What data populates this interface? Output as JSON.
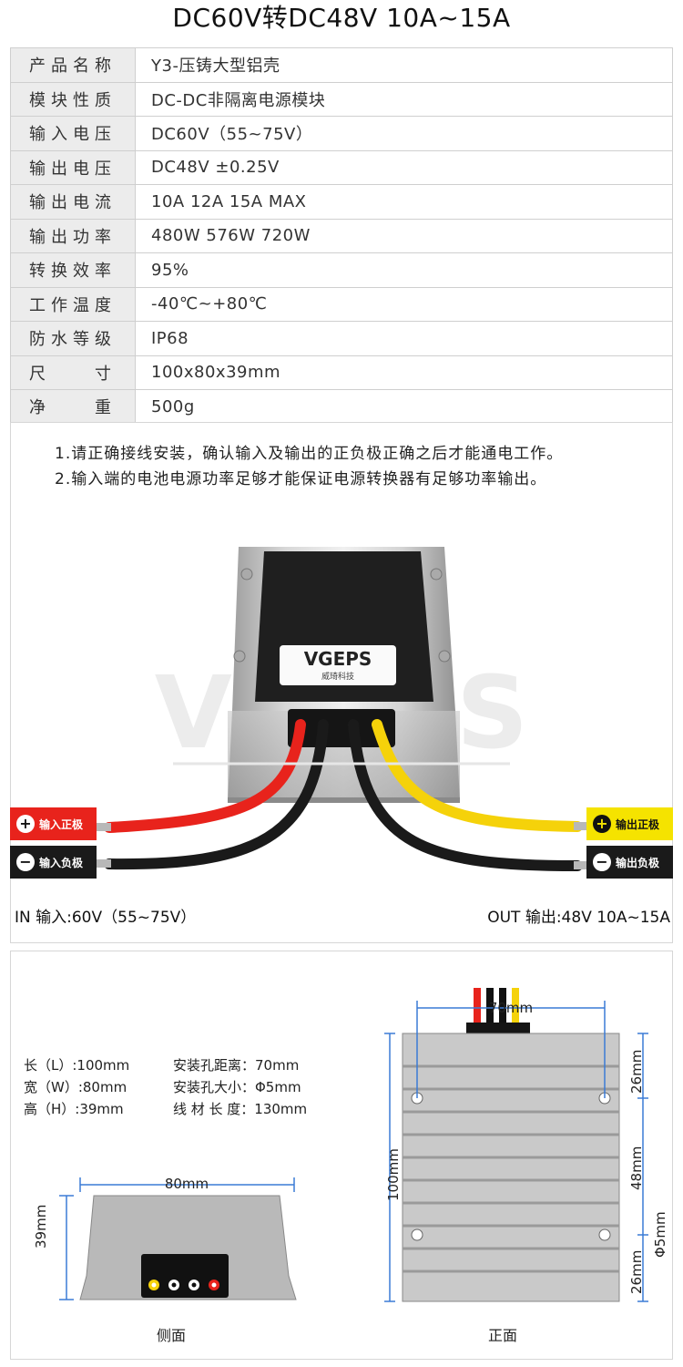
{
  "header": {
    "title": "DC60V转DC48V 10A~15A"
  },
  "specs": [
    {
      "label": "产品名称",
      "value": "Y3-压铸大型铝壳"
    },
    {
      "label": "模块性质",
      "value": "DC-DC非隔离电源模块"
    },
    {
      "label": "输入电压",
      "value": "DC60V（55~75V）"
    },
    {
      "label": "输出电压",
      "value": "DC48V ±0.25V"
    },
    {
      "label": "输出电流",
      "value": "10A 12A 15A MAX"
    },
    {
      "label": "输出功率",
      "value": "480W 576W 720W"
    },
    {
      "label": "转换效率",
      "value": "95%"
    },
    {
      "label": "工作温度",
      "value": "-40℃~+80℃"
    },
    {
      "label": "防水等级",
      "value": "IP68"
    },
    {
      "label": "尺　　寸",
      "value": "100x80x39mm"
    },
    {
      "label": "净　　重",
      "value": "500g"
    }
  ],
  "notes": [
    "1.请正确接线安装，确认输入及输出的正负极正确之后才能通电工作。",
    "2.输入端的电池电源功率足够才能保证电源转换器有足够功率输出。"
  ],
  "product": {
    "brand": "VGEPS",
    "brand_sub": "威琦科技",
    "watermark": "VGEPS",
    "input_pos": "输入正极",
    "input_neg": "输入负极",
    "output_pos": "输出正极",
    "output_neg": "输出负极",
    "in_text": "IN 输入:60V（55~75V）",
    "out_text": "OUT 输出:48V 10A~15A",
    "colors": {
      "red": "#e8231c",
      "black": "#1a1a1a",
      "yellow": "#f5d20a"
    }
  },
  "dimensions": {
    "length": "长（L）:100mm",
    "width": "宽（W）:80mm",
    "height": "高（H）:39mm",
    "hole_distance": "安装孔距离：70mm",
    "hole_size": "安装孔大小：Φ5mm",
    "wire_length": "线 材 长 度：130mm",
    "side_width": "80mm",
    "side_height": "39mm",
    "front_hole": "70mm",
    "front_len": "100mm",
    "front_top": "26mm",
    "front_mid": "48mm",
    "front_bot": "26mm",
    "front_dia": "Φ5mm",
    "side_caption": "侧面",
    "front_caption": "正面"
  }
}
